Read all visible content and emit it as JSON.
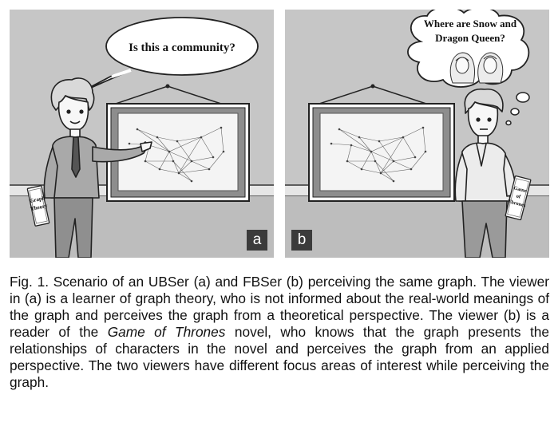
{
  "panel_a": {
    "speech": "Is this a community?",
    "book_lines": [
      "Graph",
      "Theory"
    ],
    "tag": "a"
  },
  "panel_b": {
    "thought_line1": "Where are Snow and",
    "thought_line2": "Dragon Queen?",
    "book_lines": [
      "Game",
      "of",
      "Thrones"
    ],
    "tag": "b"
  },
  "caption": {
    "part1": "Fig. 1. Scenario of an UBSer (a) and FBSer (b) perceiving the same graph. The viewer in (a) is a learner of graph theory, who is not informed about the real-world meanings of the graph and perceives the graph from a theoretical perspective. The viewer (b) is a reader of the ",
    "italic": "Game of Thrones",
    "part2": " novel, who knows that the graph presents the relationships of characters in the novel and perceives the graph from an applied perspective. The two viewers have different focus areas of interest while perceiving the graph."
  }
}
